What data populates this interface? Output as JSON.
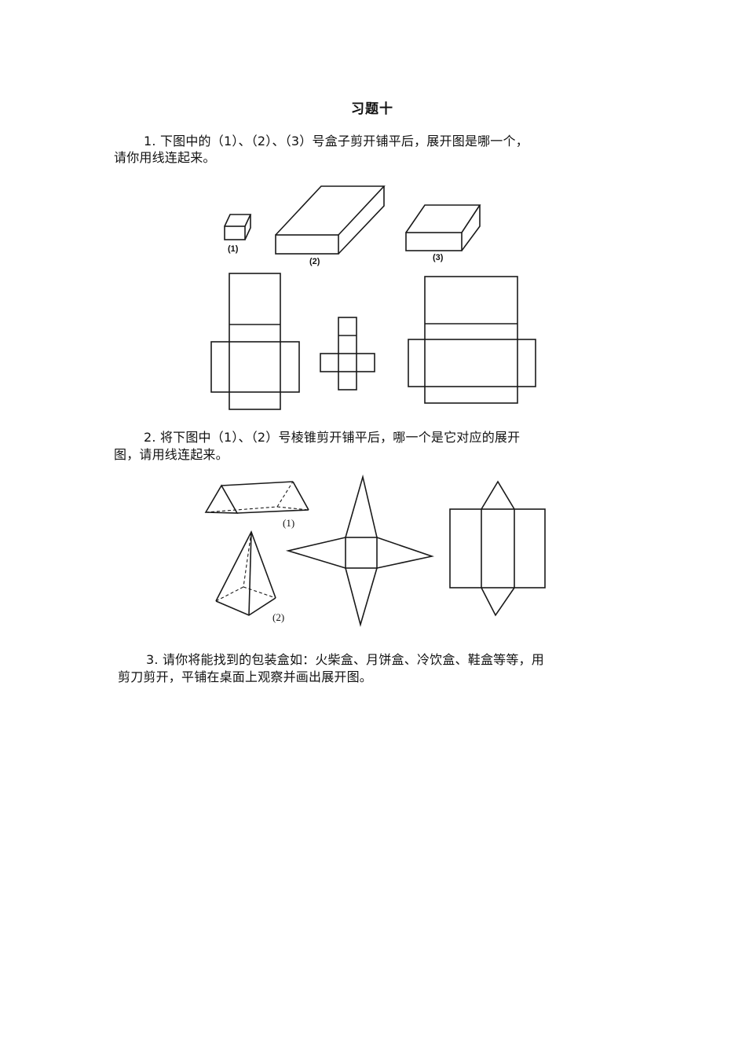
{
  "document": {
    "title": "习题十",
    "questions": [
      {
        "number": "1",
        "lines": [
          "1. 下图中的（1）、（2）、（3）号盒子剪开铺平后，展开图是哪一个，",
          "请你用线连起来。"
        ],
        "figure": {
          "solids": [
            {
              "label": "(1)",
              "shape": "cube"
            },
            {
              "label": "(2)",
              "shape": "flat-cuboid-large"
            },
            {
              "label": "(3)",
              "shape": "cuboid-medium"
            }
          ],
          "nets": [
            {
              "name": "net-cuboid-tall",
              "shape": "cross-net"
            },
            {
              "name": "net-cube",
              "shape": "cross-net"
            },
            {
              "name": "net-cuboid-wide",
              "shape": "cross-net"
            }
          ]
        }
      },
      {
        "number": "2",
        "lines": [
          "2. 将下图中（1）、（2）号棱锥剪开铺平后，哪一个是它对应的展开",
          "图，请用线连起来。"
        ],
        "figure": {
          "solids": [
            {
              "label": "(1)",
              "shape": "triangular-prism"
            },
            {
              "label": "(2)",
              "shape": "square-pyramid"
            }
          ],
          "nets": [
            {
              "name": "net-pyramid-star",
              "shape": "square-with-four-triangles"
            },
            {
              "name": "net-prism",
              "shape": "three-rectangles-with-two-triangles"
            }
          ]
        }
      },
      {
        "number": "3",
        "lines": [
          "3. 请你将能找到的包装盒如：火柴盒、月饼盒、冷饮盒、鞋盒等等，用",
          "剪刀剪开，平铺在桌面上观察并画出展开图。"
        ]
      }
    ]
  }
}
